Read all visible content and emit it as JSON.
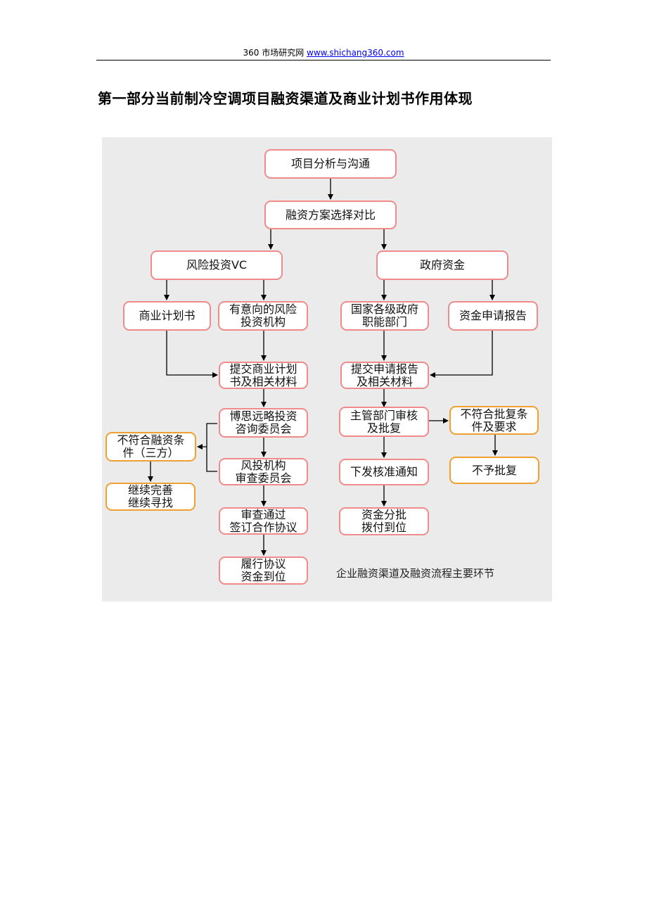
{
  "header": {
    "prefix": "360 市场研究网 ",
    "link_text": "www.shichang360.com"
  },
  "title": "第一部分当前制冷空调项目融资渠道及商业计划书作用体现",
  "flow": {
    "analysis": "项目分析与沟通",
    "compare": "融资方案选择对比",
    "vc": "风险投资VC",
    "gov_fund": "政府资金",
    "bp": "商业计划书",
    "investors": "有意向的风险\n投资机构",
    "gov_depts": "国家各级政府\n职能部门",
    "apply_report": "资金申请报告",
    "submit_bp": "提交商业计划\n书及相关材料",
    "submit_apply": "提交申请报告\n及相关材料",
    "consult": "博思远略投资\n咨询委员会",
    "review_approve": "主管部门审核\n及批复",
    "not_qualified_gov": "不符合批复条\n件及要求",
    "not_qualified_fin": "不符合融资条\n件（三方）",
    "vc_committee": "风投机构\n审查委员会",
    "issue_notice": "下发核准通知",
    "no_approval": "不予批复",
    "continue_improve": "继续完善\n继续寻找",
    "sign_agreement": "审查通过\n签订合作协议",
    "fund_disburse": "资金分批\n拨付到位",
    "fulfill": "履行协议\n资金到位"
  },
  "caption": "企业融资渠道及融资流程主要环节",
  "colors": {
    "box_border": "#ef8b8b",
    "orange_border": "#f0a030",
    "diagram_bg": "#ebebeb",
    "arrow": "#000000"
  }
}
